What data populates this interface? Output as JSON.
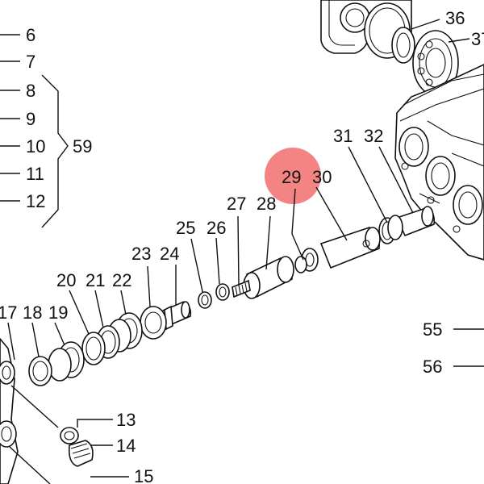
{
  "labels": {
    "p6": "6",
    "p7": "7",
    "p8": "8",
    "p9": "9",
    "p10": "10",
    "p11": "11",
    "p12": "12",
    "p59": "59",
    "p13": "13",
    "p14": "14",
    "p15": "15",
    "p17": "17",
    "p18": "18",
    "p19": "19",
    "p20": "20",
    "p21": "21",
    "p22": "22",
    "p23": "23",
    "p24": "24",
    "p25": "25",
    "p26": "26",
    "p27": "27",
    "p28": "28",
    "p29": "29",
    "p30": "30",
    "p31": "31",
    "p32": "32",
    "p36": "36",
    "p37": "37",
    "p55": "55",
    "p56": "56"
  },
  "highlight": {
    "label": "29",
    "color": "#f05a5a"
  },
  "colors": {
    "line": "#111111",
    "background": "#ffffff"
  }
}
